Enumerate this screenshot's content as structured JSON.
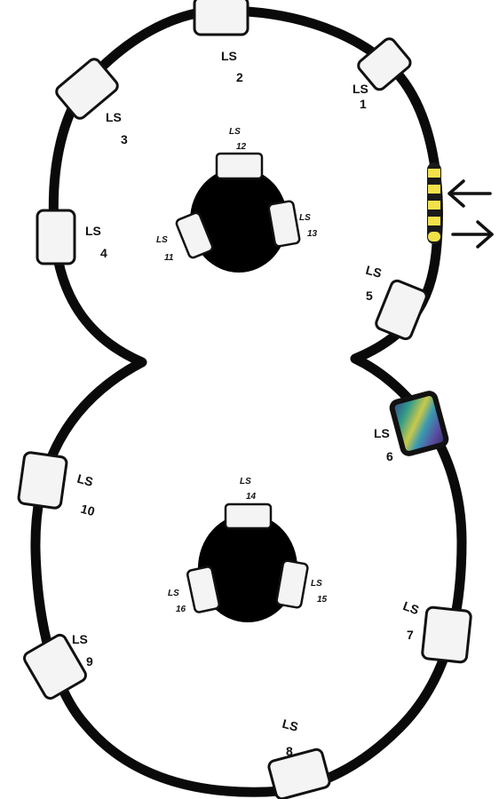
{
  "colors": {
    "track": "#0a0a0a",
    "background": "#ffffff",
    "sensor_fill": "#f4f4f4",
    "rod_yellow": "#f2e24a",
    "rod_black": "#1a1a1a"
  },
  "sensors": [
    {
      "id": "1",
      "prefix": "LS",
      "number": "1"
    },
    {
      "id": "2",
      "prefix": "LS",
      "number": "2"
    },
    {
      "id": "3",
      "prefix": "LS",
      "number": "3"
    },
    {
      "id": "4",
      "prefix": "LS",
      "number": "4"
    },
    {
      "id": "5",
      "prefix": "LS",
      "number": "5"
    },
    {
      "id": "6",
      "prefix": "LS",
      "number": "6",
      "active": true
    },
    {
      "id": "7",
      "prefix": "LS",
      "number": "7"
    },
    {
      "id": "8",
      "prefix": "LS",
      "number": "8"
    },
    {
      "id": "9",
      "prefix": "LS",
      "number": "9"
    },
    {
      "id": "10",
      "prefix": "LS",
      "number": "10"
    },
    {
      "id": "11",
      "prefix": "LS",
      "number": "11"
    },
    {
      "id": "12",
      "prefix": "LS",
      "number": "12"
    },
    {
      "id": "13",
      "prefix": "LS",
      "number": "13"
    },
    {
      "id": "14",
      "prefix": "LS",
      "number": "14"
    },
    {
      "id": "15",
      "prefix": "LS",
      "number": "15"
    },
    {
      "id": "16",
      "prefix": "LS",
      "number": "16"
    }
  ],
  "indicator": {
    "arrow_in": "left-arrow-icon",
    "arrow_out": "right-arrow-icon"
  }
}
